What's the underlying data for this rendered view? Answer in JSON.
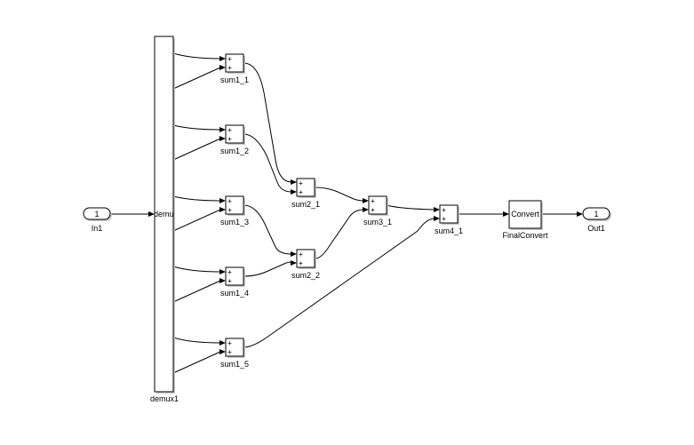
{
  "diagram": {
    "blocks": {
      "in1": {
        "name": "In1",
        "port": "1"
      },
      "demux": {
        "name": "demux1",
        "inner": "demu"
      },
      "sum1_1": {
        "name": "sum1_1",
        "signs": [
          "+",
          "+"
        ]
      },
      "sum1_2": {
        "name": "sum1_2",
        "signs": [
          "+",
          "+"
        ]
      },
      "sum1_3": {
        "name": "sum1_3",
        "signs": [
          "+",
          "+"
        ]
      },
      "sum1_4": {
        "name": "sum1_4",
        "signs": [
          "+",
          "+"
        ]
      },
      "sum1_5": {
        "name": "sum1_5",
        "signs": [
          "+",
          "+"
        ]
      },
      "sum2_1": {
        "name": "sum2_1",
        "signs": [
          "+",
          "+"
        ]
      },
      "sum2_2": {
        "name": "sum2_2",
        "signs": [
          "+",
          "+"
        ]
      },
      "sum3_1": {
        "name": "sum3_1",
        "signs": [
          "+",
          "+"
        ]
      },
      "sum4_1": {
        "name": "sum4_1",
        "signs": [
          "+",
          "+"
        ]
      },
      "convert": {
        "name": "FinalConvert",
        "inner": "Convert"
      },
      "out1": {
        "name": "Out1",
        "port": "1"
      }
    }
  }
}
